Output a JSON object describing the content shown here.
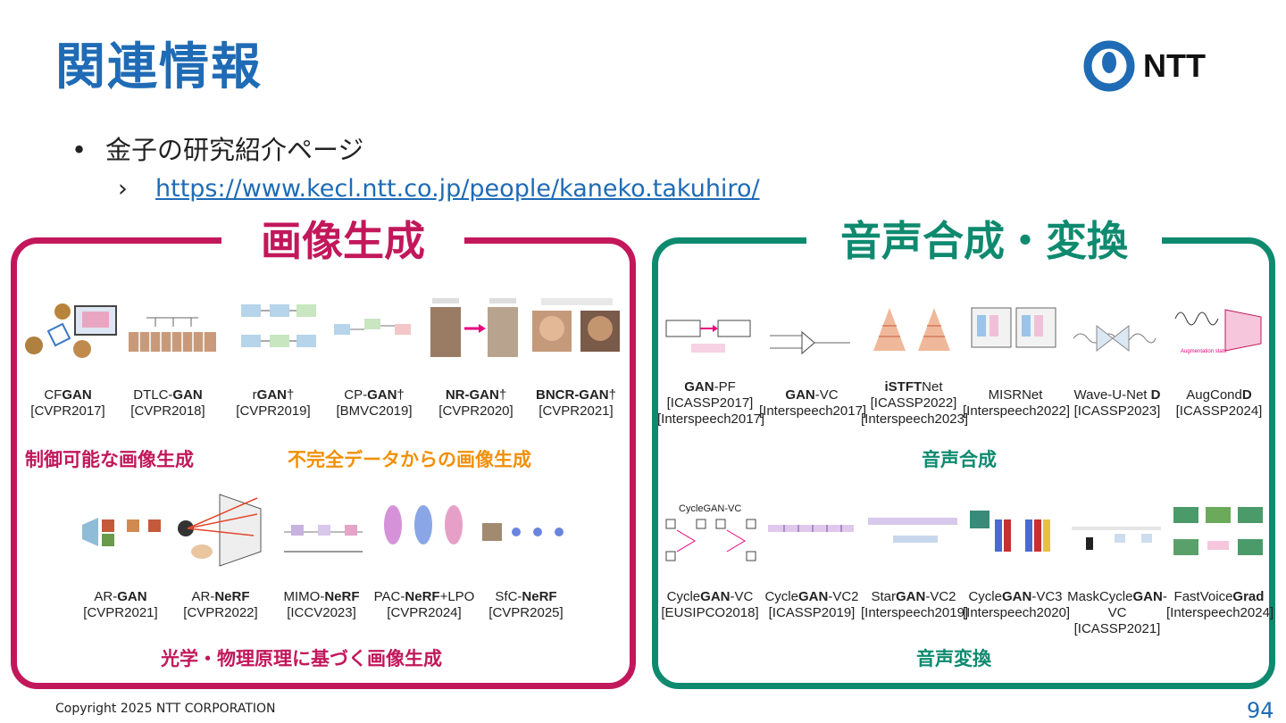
{
  "header": {
    "title": "関連情報",
    "logo_text": "NTT"
  },
  "bullets": {
    "item1": "金子の研究紹介ページ",
    "item1_marker": "•",
    "sub_marker": "›",
    "link": "https://www.kecl.ntt.co.jp/people/kaneko.takuhiro/"
  },
  "image_section": {
    "title": "画像生成",
    "row1": [
      {
        "pre": "CF",
        "bold": "GAN",
        "post": "",
        "venue": "[CVPR2017]"
      },
      {
        "pre": "DTLC-",
        "bold": "GAN",
        "post": "",
        "venue": "[CVPR2018]"
      },
      {
        "pre": "r",
        "bold": "GAN",
        "post": "†",
        "venue": "[CVPR2019]"
      },
      {
        "pre": "CP-",
        "bold": "GAN",
        "post": "†",
        "venue": "[BMVC2019]"
      },
      {
        "pre": "",
        "bold": "NR-GAN",
        "post": "†",
        "venue": "[CVPR2020]"
      },
      {
        "pre": "",
        "bold": "BNCR-GAN",
        "post": "†",
        "venue": "[CVPR2021]"
      }
    ],
    "cat_controllable": "制御可能な画像生成",
    "cat_incomplete": "不完全データからの画像生成",
    "row2": [
      {
        "pre": "AR-",
        "bold": "GAN",
        "post": "",
        "venue": "[CVPR2021]"
      },
      {
        "pre": "AR-",
        "bold": "NeRF",
        "post": "",
        "venue": "[CVPR2022]"
      },
      {
        "pre": "MIMO-",
        "bold": "NeRF",
        "post": "",
        "venue": "[ICCV2023]"
      },
      {
        "pre": "PAC-",
        "bold": "NeRF",
        "post": "+LPO",
        "venue": "[CVPR2024]"
      },
      {
        "pre": "SfC-",
        "bold": "NeRF",
        "post": "",
        "venue": "[CVPR2025]"
      }
    ],
    "cat_physics": "光学・物理原理に基づく画像生成"
  },
  "speech_section": {
    "title": "音声合成・変換",
    "row1": [
      {
        "pre": "",
        "bold": "GAN",
        "post": "-PF",
        "venue": "[ICASSP2017]",
        "venue2": "[Interspeech2017]"
      },
      {
        "pre": "",
        "bold": "GAN",
        "post": "-VC",
        "venue": "[Interspeech2017]",
        "venue2": ""
      },
      {
        "pre": "",
        "bold": "iSTFT",
        "post": "Net",
        "venue": "[ICASSP2022]",
        "venue2": "[Interspeech2023]"
      },
      {
        "pre": "MISRNet",
        "bold": "",
        "post": "",
        "venue": "[Interspeech2022]",
        "venue2": ""
      },
      {
        "pre": "Wave-U-Net ",
        "bold": "D",
        "post": "",
        "venue": "[ICASSP2023]",
        "venue2": ""
      },
      {
        "pre": "AugCond",
        "bold": "D",
        "post": "",
        "venue": "[ICASSP2024]",
        "venue2": ""
      }
    ],
    "cat_synthesis": "音声合成",
    "row2": [
      {
        "pre": "Cycle",
        "bold": "GAN",
        "post": "-VC",
        "venue": "[EUSIPCO2018]"
      },
      {
        "pre": "Cycle",
        "bold": "GAN",
        "post": "-VC2",
        "venue": "[ICASSP2019]"
      },
      {
        "pre": "Star",
        "bold": "GAN",
        "post": "-VC2",
        "venue": "[Interspeech2019]"
      },
      {
        "pre": "Cycle",
        "bold": "GAN",
        "post": "-VC3",
        "venue": "[Interspeech2020]"
      },
      {
        "pre": "MaskCycle",
        "bold": "GAN",
        "post": "-VC",
        "venue": "[ICASSP2021]"
      },
      {
        "pre": "FastVoice",
        "bold": "Grad",
        "post": "",
        "venue": "[Interspeech2024]"
      }
    ],
    "thumb_cyclegan_label": "CycleGAN-VC",
    "cat_conversion": "音声変換"
  },
  "footer": {
    "copyright": "Copyright 2025 NTT CORPORATION",
    "page": "94"
  },
  "colors": {
    "title_blue": "#1f6bb5",
    "magenta": "#c2185b",
    "green": "#0e8a6f",
    "orange": "#f0900a"
  }
}
